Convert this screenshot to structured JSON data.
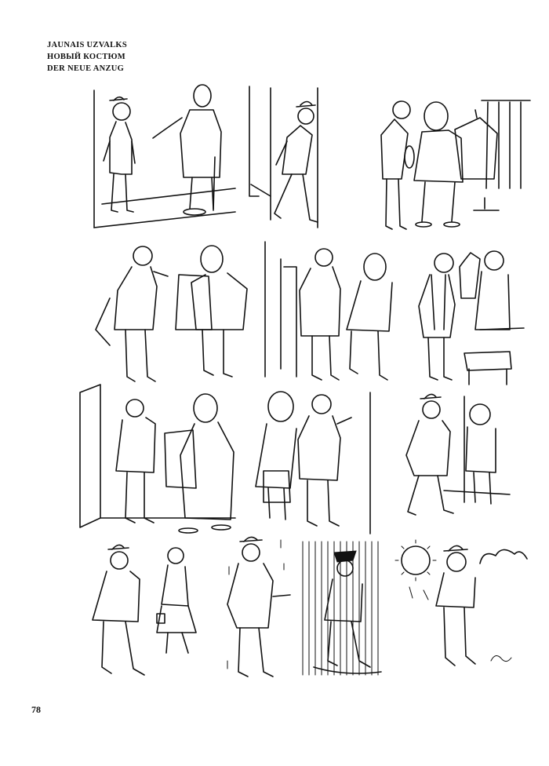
{
  "page": {
    "titles": [
      "JAUNAIS UZVALKS",
      "НОВЫЙ КОСТЮМ",
      "DER NEUE ANZUG"
    ],
    "page_number": "78"
  },
  "comic": {
    "row_count": 4,
    "panels": [
      {
        "row": 1,
        "scene": "man-in-hat-meets-tailor"
      },
      {
        "row": 1,
        "scene": "man-enters-doorway"
      },
      {
        "row": 1,
        "scene": "tailor-shows-jacket-on-rack"
      },
      {
        "row": 2,
        "scene": "man-takes-off-jacket"
      },
      {
        "row": 2,
        "scene": "tailor-fits-new-jacket"
      },
      {
        "row": 2,
        "scene": "tailor-wraps-old-clothes"
      },
      {
        "row": 3,
        "scene": "man-in-doorway-tailor-holds-jacket"
      },
      {
        "row": 3,
        "scene": "tailor-and-man-admire-suit"
      },
      {
        "row": 3,
        "scene": "man-leaves-shop"
      },
      {
        "row": 4,
        "scene": "man-walks-past-woman"
      },
      {
        "row": 4,
        "scene": "rain-starts"
      },
      {
        "row": 4,
        "scene": "man-caught-in-downpour"
      },
      {
        "row": 4,
        "scene": "sun-shrunken-suit"
      }
    ]
  }
}
